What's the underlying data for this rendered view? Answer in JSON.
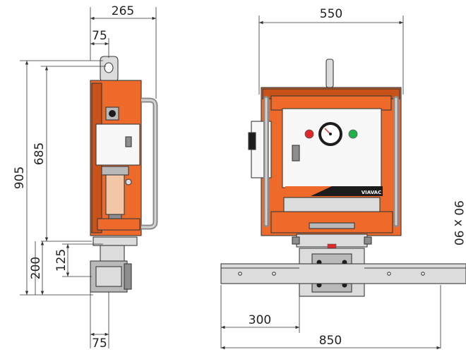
{
  "dimensions": {
    "width_side": "265",
    "offset_side_top": "75",
    "height_total": "905",
    "height_body": "685",
    "height_bottom": "200",
    "height_clamp": "125",
    "offset_side_bottom": "75",
    "width_front": "550",
    "beam_offset": "300",
    "beam_length": "850",
    "beam_section": "90 x 90"
  },
  "device": {
    "brand_label": "VIAVAC"
  },
  "colors": {
    "body": "#ee6a2a",
    "indicator_red": "#e0282c",
    "indicator_green": "#22b04b"
  }
}
